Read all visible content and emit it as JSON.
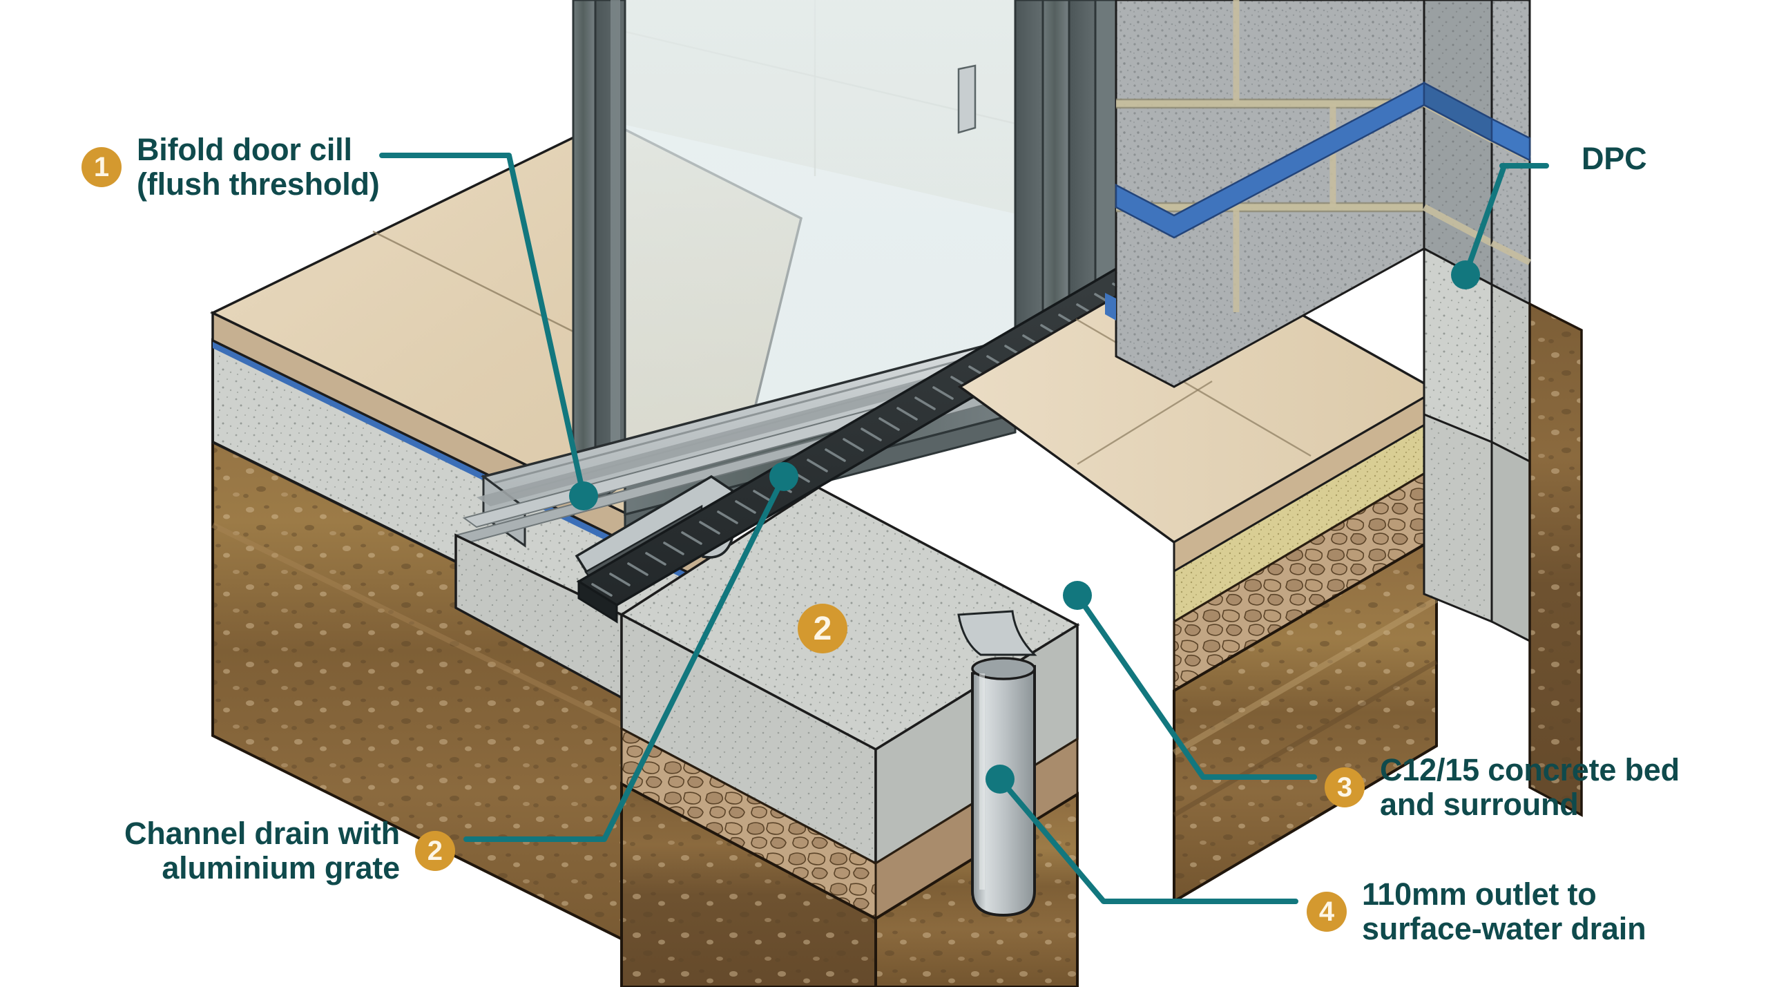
{
  "diagram": {
    "title": "Bifold door threshold with channel drain — cutaway construction detail",
    "accent_teal": "#12777E",
    "text_teal": "#0F4A4C",
    "badge_orange": "#D4992F",
    "badge_text": "#FDF6E6",
    "dpc_blue": "#3C6FB8",
    "background": "#FFFFFF"
  },
  "labels": [
    {
      "number": "1",
      "text": "Bifold door cill\n(flush threshold)",
      "align": "left",
      "badge_side": "left"
    },
    {
      "number": "2",
      "text": "Channel drain with\naluminium grate",
      "align": "right",
      "badge_side": "right"
    },
    {
      "number": "3",
      "text": "C12/15 concrete bed\nand surround",
      "align": "left",
      "badge_side": "left"
    },
    {
      "number": "4",
      "text": "110mm outlet to\nsurface-water drain",
      "align": "left",
      "badge_side": "left"
    }
  ],
  "plain_labels": [
    {
      "text": "DPC"
    }
  ],
  "callout_badges_on_art": [
    {
      "number": "2",
      "placed_on": "concrete-surround-top-face"
    }
  ],
  "materials": {
    "paving_slab": "#E4D2B3",
    "interior_tile": "#E8E2D4",
    "concrete": "#C9CCC9",
    "concrete_speckled": "#CFD2CE",
    "blockwork": "#AEB2B4",
    "mortar_joint": "#C3BB9B",
    "sand_bedding": "#D8CD93",
    "hardcore": "#BFA382",
    "subsoil_upper": "#8A6A40",
    "subsoil_lower": "#7A5A33",
    "frame_aluminium": "#5C6769",
    "grate_dark": "#2E3335",
    "pipe_grey": "#B9BFC2",
    "glass": "#DCE6E6"
  }
}
